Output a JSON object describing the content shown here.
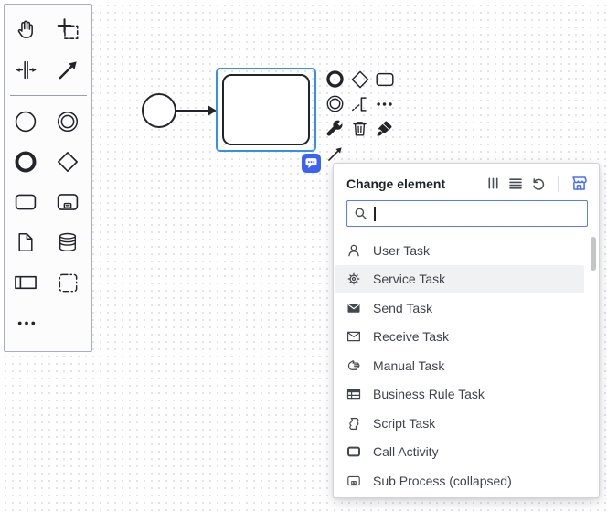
{
  "colors": {
    "selection": "#3291e9",
    "accent": "#4c6ef5",
    "badge": "#3b62f0",
    "search-border": "#5b7cf7"
  },
  "palette": {
    "items": [
      "hand-tool-icon",
      "lasso-tool-icon",
      "space-tool-icon",
      "global-connect-tool-icon",
      "start-event-icon",
      "intermediate-event-icon",
      "end-event-icon",
      "gateway-icon",
      "task-icon",
      "subprocess-expanded-icon",
      "data-object-icon",
      "data-store-icon",
      "participant-icon",
      "group-icon",
      "ellipsis-icon"
    ]
  },
  "diagram": {
    "shapes": [
      "start-event",
      "sequence-flow",
      "task-selected"
    ],
    "badges": [
      "comment-bubble-icon"
    ]
  },
  "context_pad": {
    "items": [
      "end-event-icon",
      "gateway-icon",
      "task-icon",
      "intermediate-event-icon",
      "text-annotation-icon",
      "ellipsis-icon",
      "wrench-icon",
      "trash-icon",
      "brush-icon",
      "connect-arrow-icon"
    ]
  },
  "popup": {
    "title": "Change element",
    "header_icons": [
      "columns-icon",
      "rows-icon",
      "undo-icon",
      "marketplace-icon"
    ],
    "search": {
      "value": "",
      "placeholder": ""
    },
    "items": [
      {
        "icon": "user-task-icon",
        "label": "User Task",
        "selected": false
      },
      {
        "icon": "service-task-icon",
        "label": "Service Task",
        "selected": true
      },
      {
        "icon": "send-task-icon",
        "label": "Send Task",
        "selected": false
      },
      {
        "icon": "receive-task-icon",
        "label": "Receive Task",
        "selected": false
      },
      {
        "icon": "manual-task-icon",
        "label": "Manual Task",
        "selected": false
      },
      {
        "icon": "business-rule-task-icon",
        "label": "Business Rule Task",
        "selected": false
      },
      {
        "icon": "script-task-icon",
        "label": "Script Task",
        "selected": false
      },
      {
        "icon": "call-activity-icon",
        "label": "Call Activity",
        "selected": false
      },
      {
        "icon": "subprocess-collapsed-icon",
        "label": "Sub Process (collapsed)",
        "selected": false
      }
    ]
  }
}
